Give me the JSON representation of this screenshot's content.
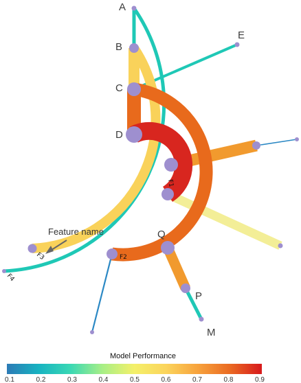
{
  "node_labels": {
    "A": "A",
    "B": "B",
    "C": "C",
    "D": "D",
    "E": "E",
    "Q": "Q",
    "P": "P",
    "M": "M"
  },
  "feature_labels": {
    "f1": "F1",
    "f2": "F2",
    "f3": "F3",
    "f4": "F4"
  },
  "annotation": {
    "text": "Feature name"
  },
  "colorbar": {
    "title": "Model Performance",
    "ticks": [
      "0.1",
      "0.2",
      "0.3",
      "0.4",
      "0.5",
      "0.6",
      "0.7",
      "0.8",
      "0.9"
    ],
    "stops": [
      "#2c7bb6",
      "#17b3c1",
      "#3ad8b4",
      "#a8ef86",
      "#f4f06a",
      "#fbd45c",
      "#f7a23c",
      "#ea6a22",
      "#d7191c"
    ]
  },
  "colors": {
    "f1": "#d8261f",
    "f2": "#e86a1c",
    "f3": "#f9d25a",
    "f4": "#1fc8b6",
    "connector_orange": "#f19a2e",
    "connector_yellow": "#f3ee97",
    "connector_blue": "#2b88c4",
    "node": "#9e8fcf"
  }
}
